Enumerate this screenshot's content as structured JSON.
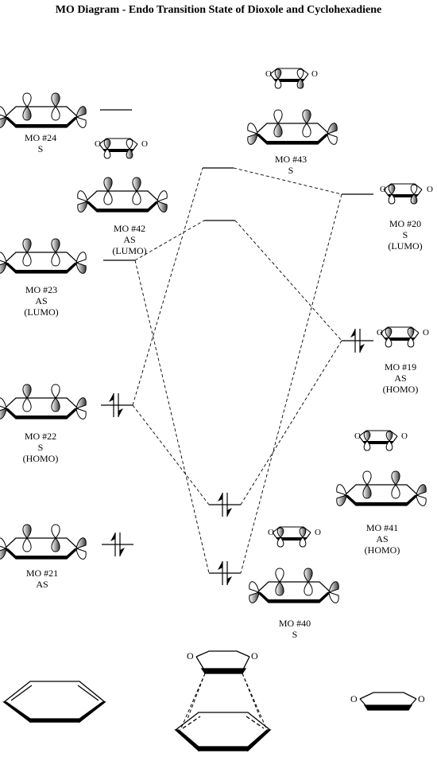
{
  "title": "MO Diagram - Endo Transition State of Dioxole and Cyclohexadiene",
  "orbitals": [
    {
      "id": "mo24",
      "number": "MO #24",
      "symmetry": "S",
      "tag": ""
    },
    {
      "id": "mo23",
      "number": "MO #23",
      "symmetry": "AS",
      "tag": "(LUMO)"
    },
    {
      "id": "mo22",
      "number": "MO #22",
      "symmetry": "S",
      "tag": "(HOMO)"
    },
    {
      "id": "mo21",
      "number": "MO #21",
      "symmetry": "AS",
      "tag": ""
    },
    {
      "id": "mo42",
      "number": "MO #42",
      "symmetry": "AS",
      "tag": "(LUMO)"
    },
    {
      "id": "mo43",
      "number": "MO #43",
      "symmetry": "S",
      "tag": ""
    },
    {
      "id": "mo40",
      "number": "MO #40",
      "symmetry": "S",
      "tag": ""
    },
    {
      "id": "mo41",
      "number": "MO #41",
      "symmetry": "AS",
      "tag": "(HOMO)"
    },
    {
      "id": "mo20",
      "number": "MO #20",
      "symmetry": "S",
      "tag": "(LUMO)"
    },
    {
      "id": "mo19",
      "number": "MO #19",
      "symmetry": "AS",
      "tag": "(HOMO)"
    }
  ],
  "atom_label": "O",
  "colors": {
    "line": "#000000",
    "lobe_fill": "#888888",
    "lobe_light": "#ffffff",
    "ring_bottom": "#000000"
  }
}
